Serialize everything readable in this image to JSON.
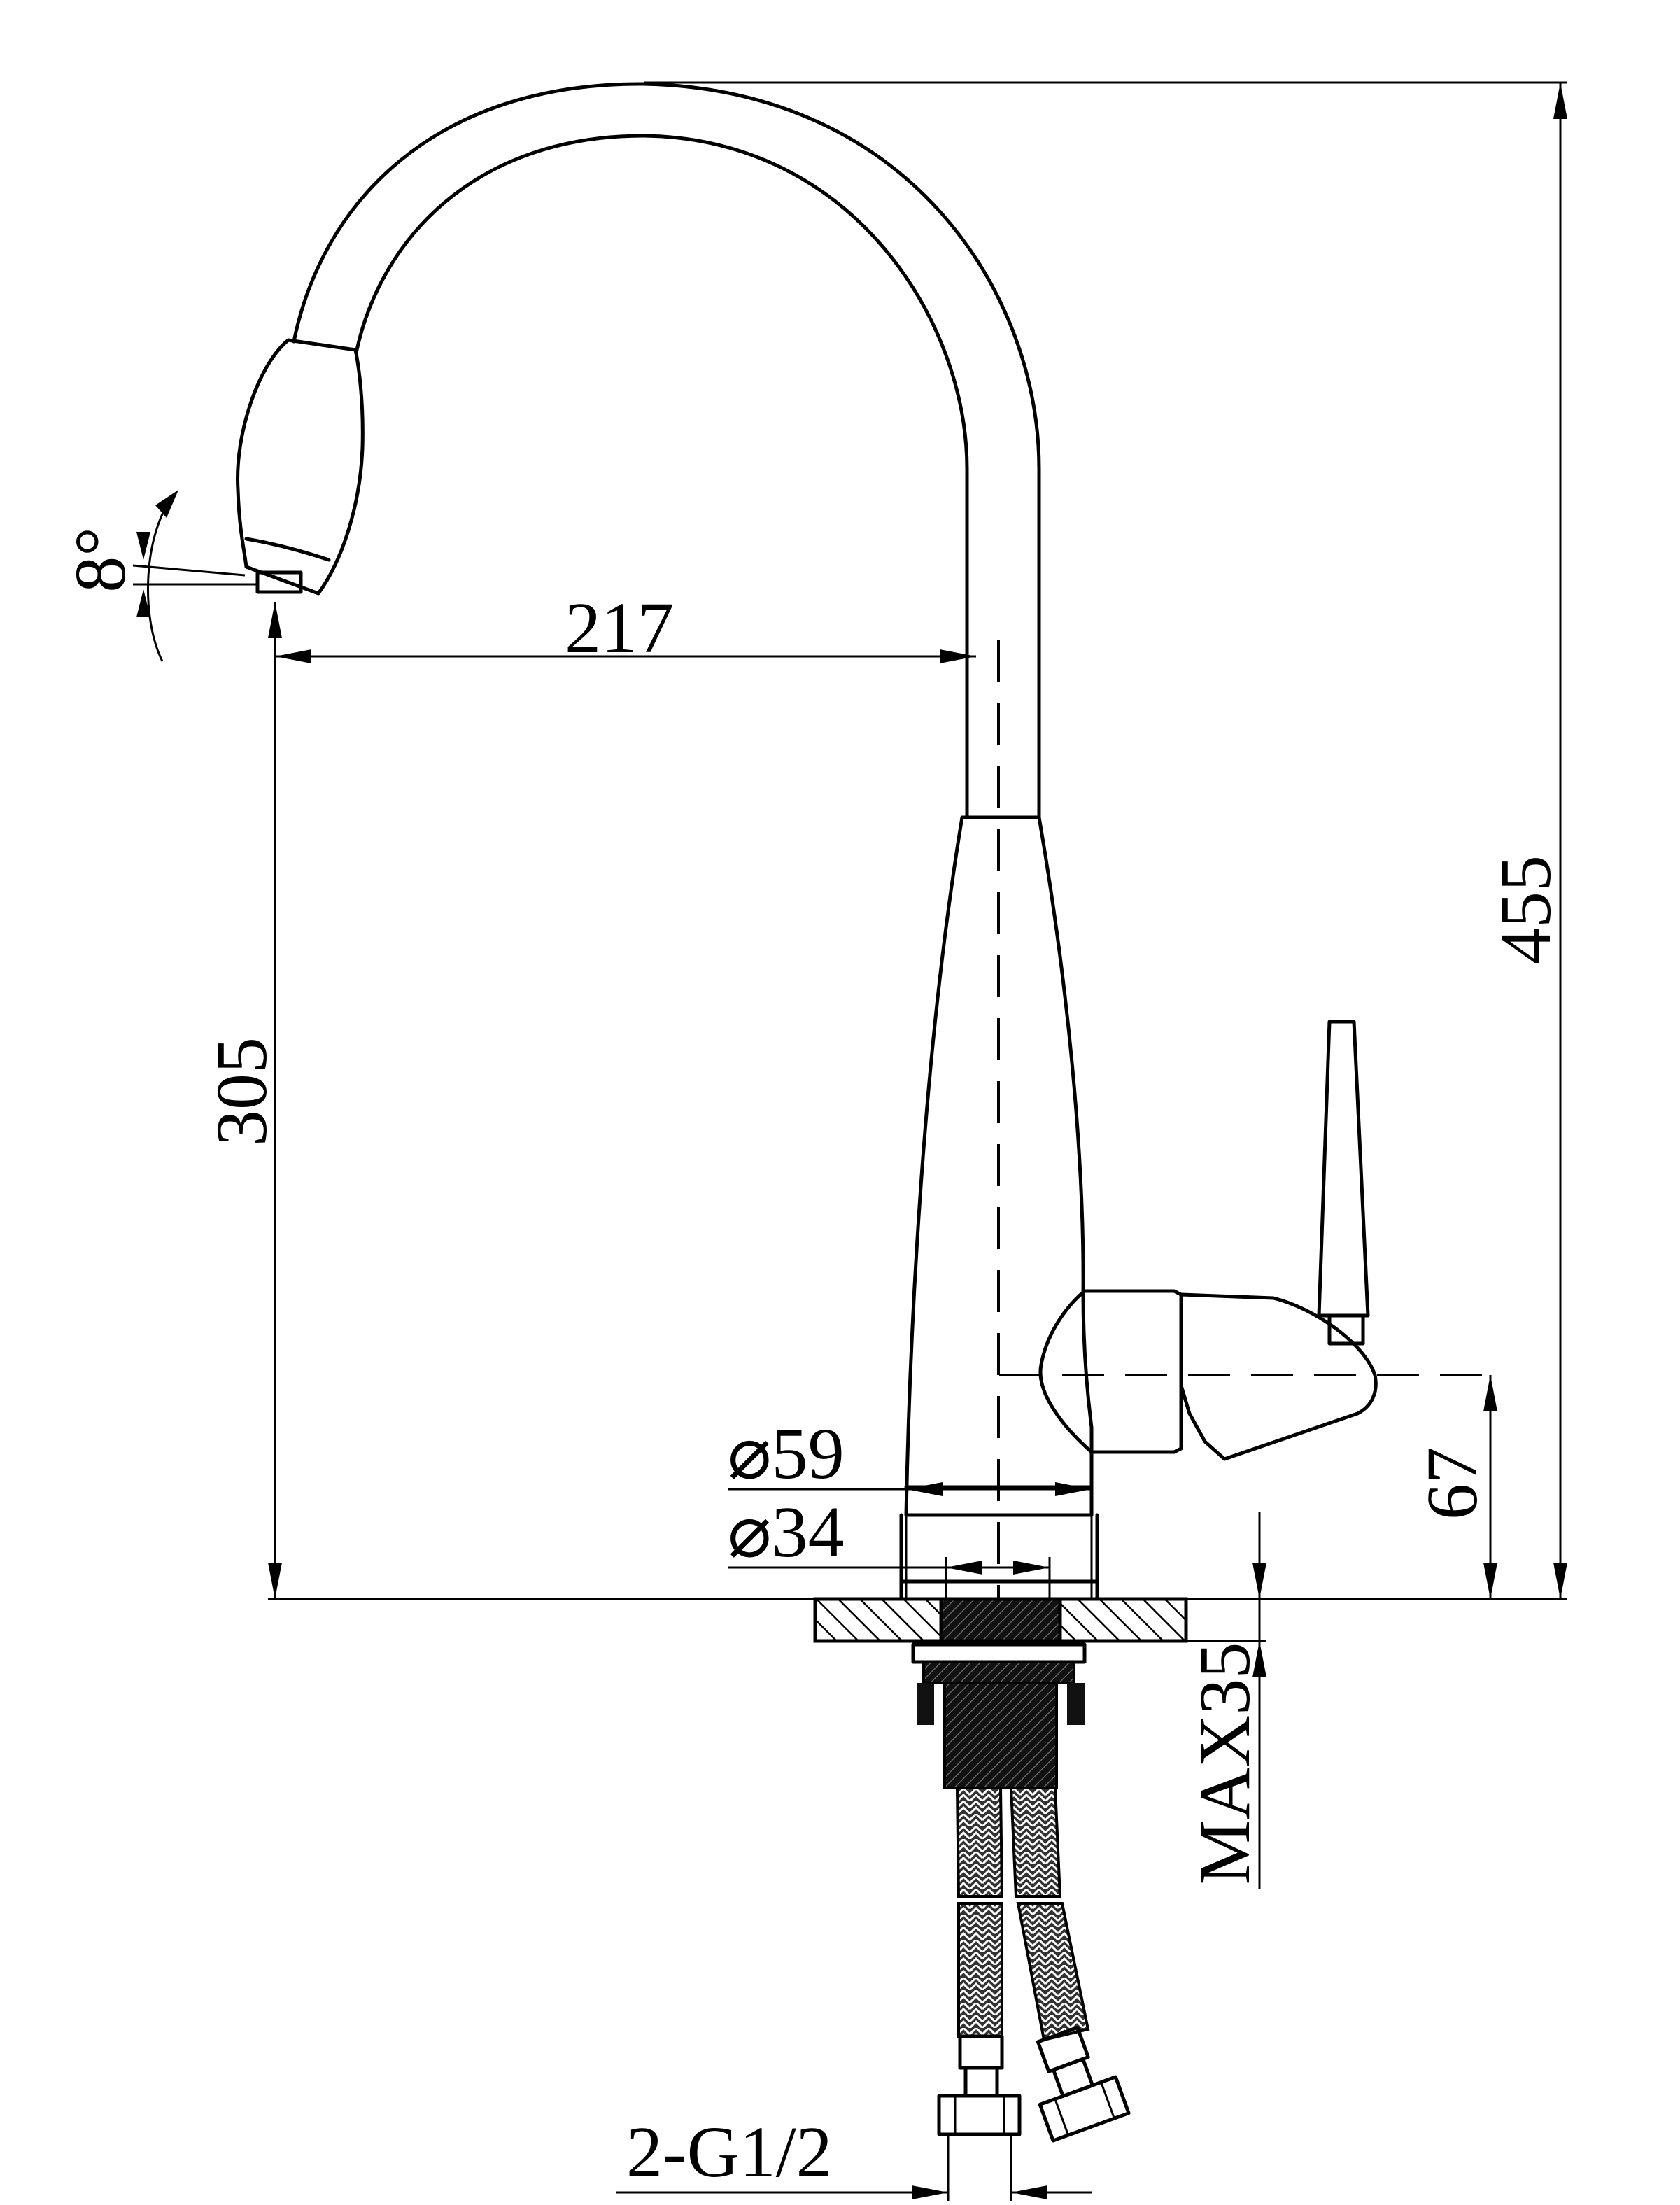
{
  "dimensions": {
    "height_total": "455",
    "height_to_spout": "305",
    "spout_reach": "217",
    "handle_height": "67",
    "body_diameter": "⌀59",
    "base_diameter": "⌀34",
    "max_thickness": "MAX35",
    "connection": "2-G1/2",
    "spout_angle": "8°"
  }
}
